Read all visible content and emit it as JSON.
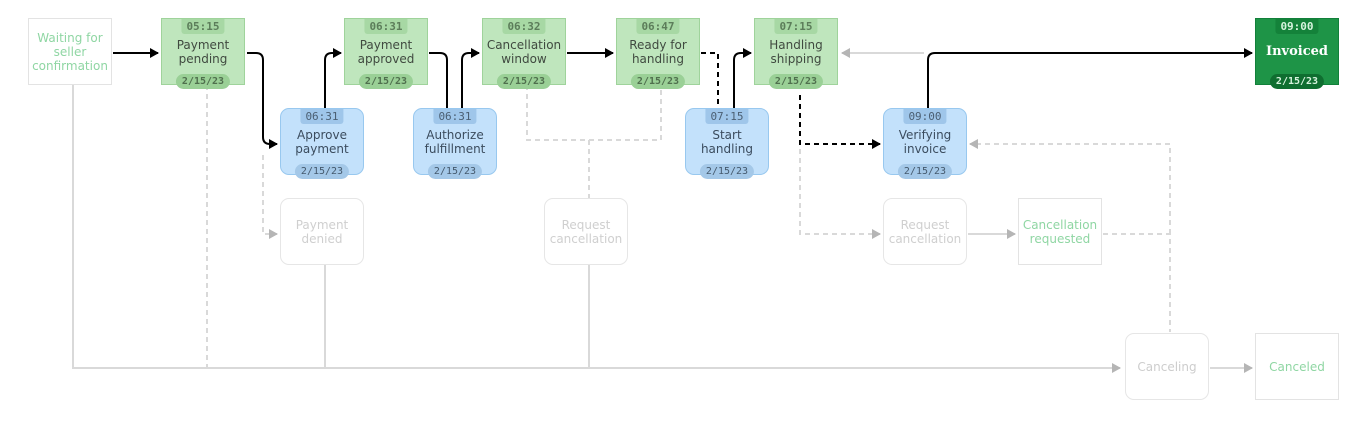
{
  "colors": {
    "done_state": "#bfe6bd",
    "final_state": "#1e9447",
    "done_action": "#c3e1fb",
    "active_link": "#000000",
    "idle_link": "#d9d9d9"
  },
  "nodes": {
    "waiting": {
      "label": "Waiting for\nseller\nconfirmation"
    },
    "payment_pending": {
      "label": "Payment\npending",
      "time": "05:15",
      "date": "2/15/23"
    },
    "approve_payment": {
      "label": "Approve\npayment",
      "time": "06:31",
      "date": "2/15/23"
    },
    "payment_denied": {
      "label": "Payment\ndenied"
    },
    "payment_approved": {
      "label": "Payment\napproved",
      "time": "06:31",
      "date": "2/15/23"
    },
    "authorize_fulfillment": {
      "label": "Authorize\nfulfillment",
      "time": "06:31",
      "date": "2/15/23"
    },
    "cancellation_window": {
      "label": "Cancellation\nwindow",
      "time": "06:32",
      "date": "2/15/23"
    },
    "request_cancellation_1": {
      "label": "Request\ncancellation"
    },
    "ready_for_handling": {
      "label": "Ready for\nhandling",
      "time": "06:47",
      "date": "2/15/23"
    },
    "start_handling": {
      "label": "Start\nhandling",
      "time": "07:15",
      "date": "2/15/23"
    },
    "handling_shipping": {
      "label": "Handling\nshipping",
      "time": "07:15",
      "date": "2/15/23"
    },
    "verifying_invoice": {
      "label": "Verifying\ninvoice",
      "time": "09:00",
      "date": "2/15/23"
    },
    "request_cancellation_2": {
      "label": "Request\ncancellation"
    },
    "cancellation_requested": {
      "label": "Cancellation\nrequested"
    },
    "invoiced": {
      "label": "Invoiced",
      "time": "09:00",
      "date": "2/15/23"
    },
    "canceling": {
      "label": "Canceling"
    },
    "canceled": {
      "label": "Canceled"
    }
  }
}
